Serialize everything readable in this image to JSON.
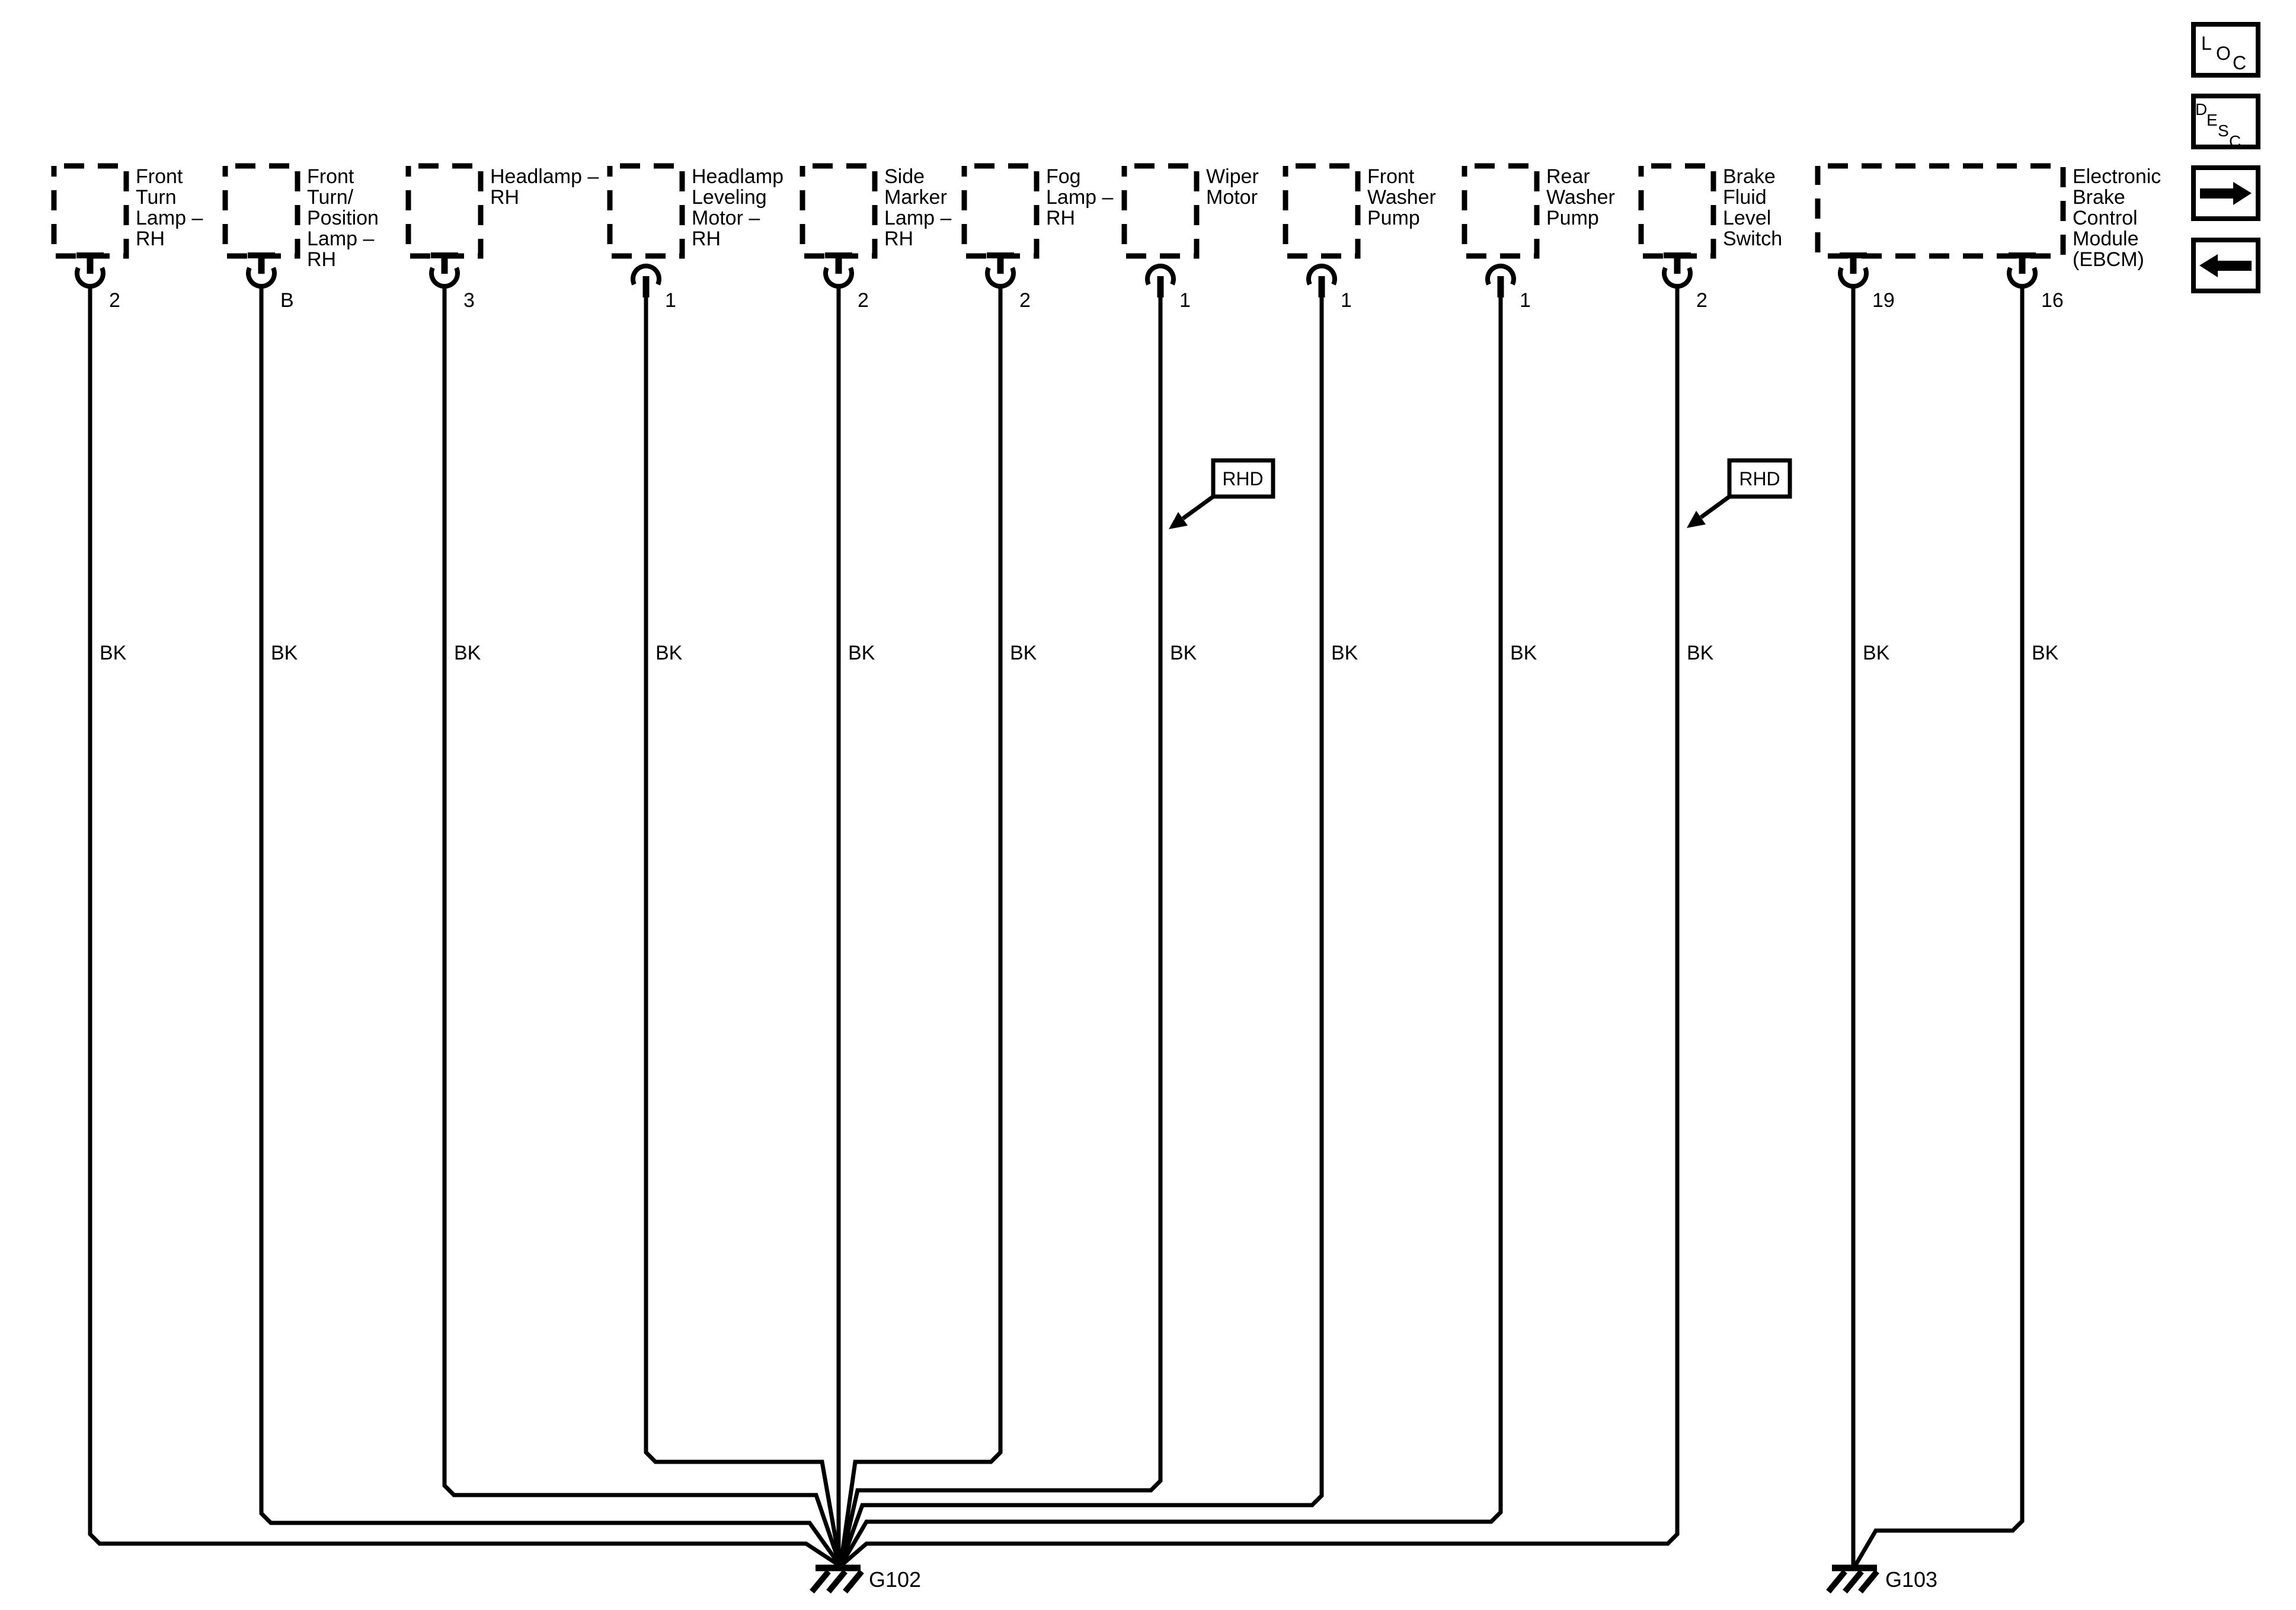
{
  "components": [
    {
      "label_lines": [
        "Front",
        "Turn",
        "Lamp –",
        "RH"
      ],
      "pin": "2",
      "wire_color": "BK"
    },
    {
      "label_lines": [
        "Front",
        "Turn/",
        "Position",
        "Lamp –",
        "RH"
      ],
      "pin": "B",
      "wire_color": "BK"
    },
    {
      "label_lines": [
        "Headlamp –",
        "RH"
      ],
      "pin": "3",
      "wire_color": "BK"
    },
    {
      "label_lines": [
        "Headlamp",
        "Leveling",
        "Motor –",
        "RH"
      ],
      "pin": "1",
      "wire_color": "BK"
    },
    {
      "label_lines": [
        "Side",
        "Marker",
        "Lamp –",
        "RH"
      ],
      "pin": "2",
      "wire_color": "BK"
    },
    {
      "label_lines": [
        "Fog",
        "Lamp –",
        "RH"
      ],
      "pin": "2",
      "wire_color": "BK"
    },
    {
      "label_lines": [
        "Wiper",
        "Motor"
      ],
      "pin": "1",
      "wire_color": "BK"
    },
    {
      "label_lines": [
        "Front",
        "Washer",
        "Pump"
      ],
      "pin": "1",
      "wire_color": "BK"
    },
    {
      "label_lines": [
        "Rear",
        "Washer",
        "Pump"
      ],
      "pin": "1",
      "wire_color": "BK"
    },
    {
      "label_lines": [
        "Brake",
        "Fluid",
        "Level",
        "Switch"
      ],
      "pin": "2",
      "wire_color": "BK"
    },
    {
      "label_lines": [
        "Electronic",
        "Brake",
        "Control",
        "Module",
        "(EBCM)"
      ],
      "pins": [
        "19",
        "16"
      ],
      "wire_colors": [
        "BK",
        "BK"
      ]
    }
  ],
  "grounds": [
    {
      "id": "G102"
    },
    {
      "id": "G103"
    }
  ],
  "callouts": [
    {
      "label": "RHD",
      "target": "wiper-motor-wire"
    },
    {
      "label": "RHD",
      "target": "brake-fluid-level-switch-wire"
    }
  ],
  "nav": {
    "loc_letters": [
      "L",
      "O",
      "C"
    ],
    "desc_letters": [
      "D",
      "E",
      "S",
      "C"
    ],
    "icons": [
      "right-arrow-icon",
      "left-arrow-icon"
    ]
  },
  "colors": {
    "ink": "#000000",
    "background": "#ffffff"
  }
}
